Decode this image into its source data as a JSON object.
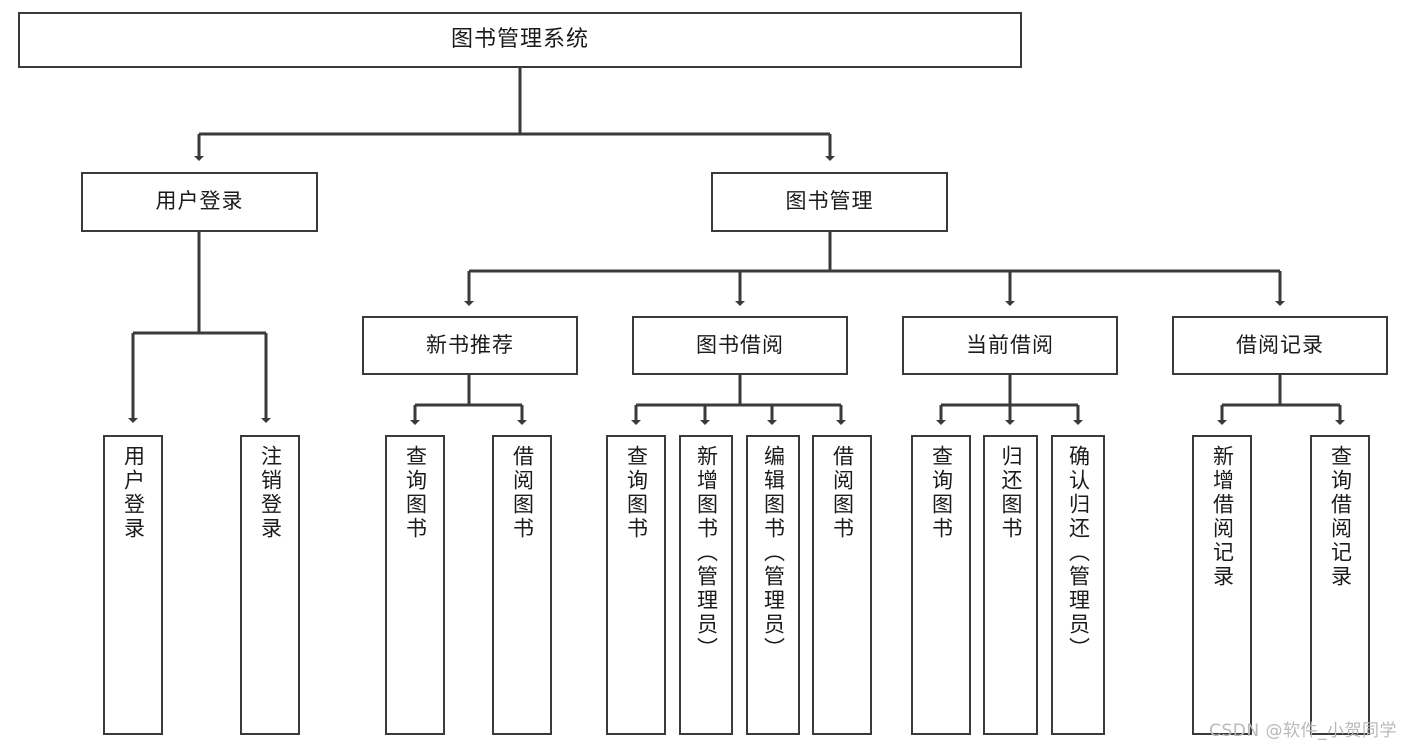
{
  "diagram": {
    "type": "tree-hierarchy",
    "title": "图书管理系统",
    "watermark": "CSDN @软件_小贺同学",
    "colors": {
      "border": "#3a3a3a",
      "background": "#ffffff",
      "text": "#1b1b1b",
      "watermark": "#b9b9b9"
    },
    "levels": {
      "root": {
        "label": "图书管理系统"
      },
      "level2": [
        {
          "id": "user-login",
          "label": "用户登录"
        },
        {
          "id": "book-manage",
          "label": "图书管理"
        }
      ],
      "level3": [
        {
          "id": "new-book-rec",
          "label": "新书推荐",
          "parent": "book-manage"
        },
        {
          "id": "book-borrow",
          "label": "图书借阅",
          "parent": "book-manage"
        },
        {
          "id": "current-borrow",
          "label": "当前借阅",
          "parent": "book-manage"
        },
        {
          "id": "borrow-record",
          "label": "借阅记录",
          "parent": "book-manage"
        }
      ],
      "leaves": [
        {
          "id": "leaf-user-login",
          "label": "用户登录",
          "parent": "user-login"
        },
        {
          "id": "leaf-logout",
          "label": "注销登录",
          "parent": "user-login"
        },
        {
          "id": "leaf-query-book-1",
          "label": "查询图书",
          "parent": "new-book-rec"
        },
        {
          "id": "leaf-borrow-book-1",
          "label": "借阅图书",
          "parent": "new-book-rec"
        },
        {
          "id": "leaf-query-book-2",
          "label": "查询图书",
          "parent": "book-borrow"
        },
        {
          "id": "leaf-add-book",
          "label": "新增图书（管理员）",
          "parent": "book-borrow"
        },
        {
          "id": "leaf-edit-book",
          "label": "编辑图书（管理员）",
          "parent": "book-borrow"
        },
        {
          "id": "leaf-borrow-book-2",
          "label": "借阅图书",
          "parent": "book-borrow"
        },
        {
          "id": "leaf-query-book-3",
          "label": "查询图书",
          "parent": "current-borrow"
        },
        {
          "id": "leaf-return-book",
          "label": "归还图书",
          "parent": "current-borrow"
        },
        {
          "id": "leaf-confirm-return",
          "label": "确认归还（管理员）",
          "parent": "current-borrow"
        },
        {
          "id": "leaf-add-record",
          "label": "新增借阅记录",
          "parent": "borrow-record"
        },
        {
          "id": "leaf-query-record",
          "label": "查询借阅记录",
          "parent": "borrow-record"
        }
      ]
    }
  }
}
